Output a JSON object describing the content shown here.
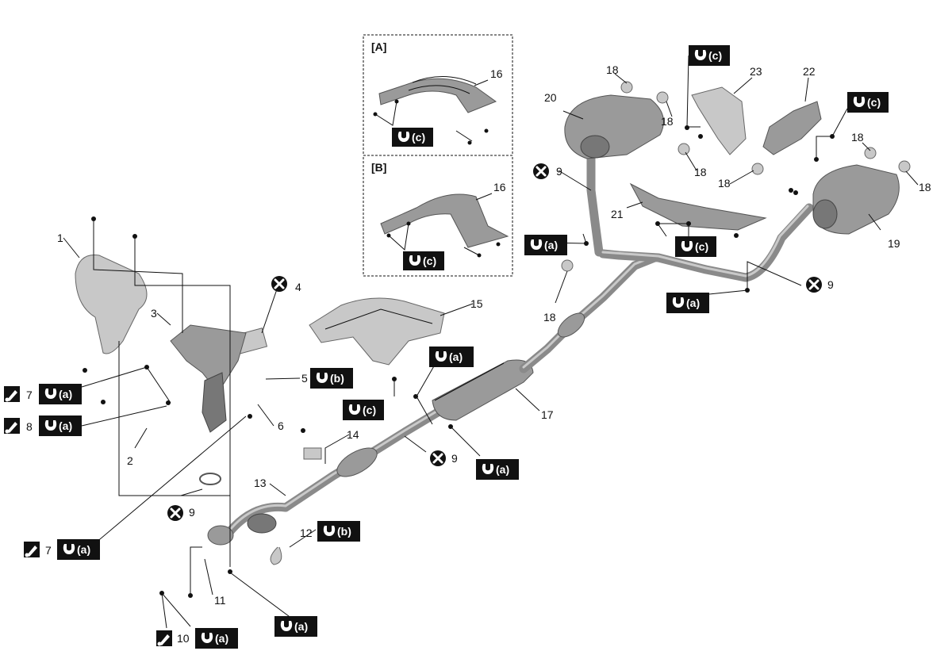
{
  "insets": [
    {
      "label": "[A]",
      "part": "16",
      "torque": "(c)"
    },
    {
      "label": "[B]",
      "part": "16",
      "torque": "(c)"
    }
  ],
  "labels": {
    "n1": "1",
    "n2": "2",
    "n3": "3",
    "n4": "4",
    "n5": "5",
    "n6": "6",
    "n7a": "7",
    "n7b": "7",
    "n8": "8",
    "n9a": "9",
    "n9b": "9",
    "n9c": "9",
    "n9d": "9",
    "n10": "10",
    "n11": "11",
    "n12": "12",
    "n13": "13",
    "n14": "14",
    "n15": "15",
    "n17": "17",
    "n18a": "18",
    "n18b": "18",
    "n18c": "18",
    "n18d": "18",
    "n18e": "18",
    "n18f": "18",
    "n18g": "18",
    "n19": "19",
    "n20": "20",
    "n21": "21",
    "n22": "22",
    "n23": "23"
  },
  "badges": {
    "b_5": "(b)",
    "b_15": "(c)",
    "b_17top": "(a)",
    "b_17bot": "(a)",
    "b_7top": "(a)",
    "b_8": "(a)",
    "b_7bot": "(a)",
    "b_10": "(a)",
    "b_11": "(a)",
    "b_12": "(b)",
    "b_y": "(a)",
    "b_rear": "(a)",
    "b_21": "(c)",
    "b_23": "(c)",
    "b_22": "(c)"
  },
  "colors": {
    "badge_bg": "#111111",
    "badge_fg": "#ffffff",
    "part_fill": "#9a9a9a"
  },
  "icons": {
    "torque": "wrench-icon",
    "replace": "x-circle-icon",
    "apply": "grease-brush-icon"
  }
}
